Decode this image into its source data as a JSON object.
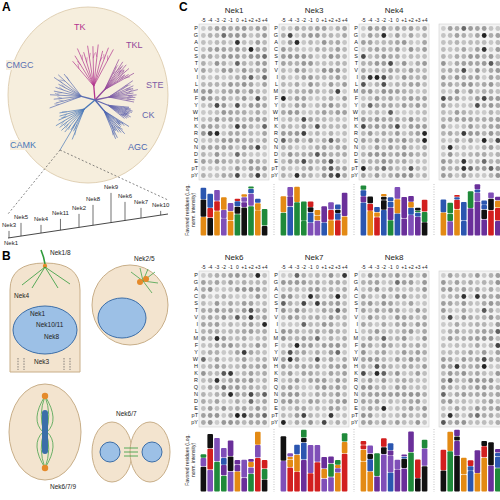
{
  "diagram": {
    "nodes": [
      {
        "text": [
          "Nek1"
        ]
      },
      {
        "text": [
          "Nek3"
        ]
      },
      {
        "text": [
          "Nek4"
        ]
      },
      {
        "text": [
          "Nek6"
        ]
      },
      {
        "text": [
          "Nek7"
        ]
      },
      {
        "text": [
          "Nek8"
        ]
      }
    ],
    "labels": [
      "A",
      "TK",
      "TKL",
      "STE",
      "CK",
      "AGC",
      "CAMK",
      "CMGC",
      "Nek1",
      "Nek3",
      "Nek5",
      "Nek4",
      "Nek11",
      "Nek2",
      "Nek8",
      "Nek9",
      "Nek6",
      "Nek7",
      "Nek10",
      "B",
      "Nek1/8",
      "Nek4",
      "Nek1",
      "Nek10/11",
      "Nek8",
      "Nek3",
      "Nek2/5",
      "Nek6/7/9",
      "Nek6/7",
      "C",
      "Favored residues (Log. norm. intensity)",
      "Favored residues (Log. norm. intensity)",
      "-5",
      "-4",
      "-3",
      "-2",
      "-1",
      "0",
      "+1",
      "+2",
      "+3",
      "+4",
      "P G A C S T V I L M F Y W H K R Q N D E pT pY",
      "-5",
      "-4",
      "-3",
      "-2",
      "-1",
      "0",
      "+1",
      "+2",
      "+3",
      "+4",
      "P G A C S T V I L M F Y W H K R Q N D E pT pY",
      "-5",
      "-4",
      "-3",
      "-2",
      "-1",
      "0",
      "+1",
      "+2",
      "+3",
      "+4",
      "P G A C S T V I L M F Y W H K R Q N D E pT pY",
      "-5",
      "-4",
      "-3",
      "-2",
      "-1",
      "0",
      "+1",
      "+2",
      "+3",
      "+4",
      "P G A C S T V I L M F Y W H K R Q N D E pT pY",
      "-5",
      "-4",
      "-3",
      "-2",
      "-1",
      "0",
      "+1",
      "+2",
      "+3",
      "+4",
      "P G A C S T V I L M F Y W H K R Q N D E pT pY",
      "-5",
      "-4",
      "-3",
      "-2",
      "-1",
      "0",
      "+1",
      "+2",
      "+3",
      "+4",
      "P G A C S T V I L M F Y W H K R Q N D E pT pY"
    ]
  }
}
